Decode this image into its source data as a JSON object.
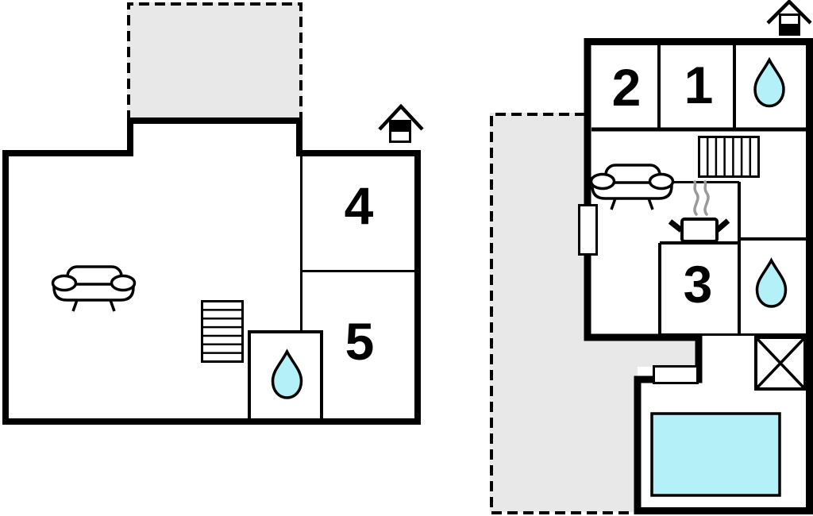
{
  "colors": {
    "wall": "#000000",
    "terrace": "#e8e8e8",
    "water": "#b4f0f7",
    "steam": "#9a9a9a",
    "label": "#000000",
    "background": "#ffffff"
  },
  "floorplan": {
    "left_plan": {
      "rooms": [
        {
          "label": "4"
        },
        {
          "label": "5"
        }
      ],
      "icons": [
        "dashed-terrace",
        "sofa",
        "stairs",
        "water-drop",
        "house-orientation"
      ]
    },
    "right_plan": {
      "rooms": [
        {
          "label": "2"
        },
        {
          "label": "1"
        },
        {
          "label": "3"
        }
      ],
      "icons": [
        "dashed-terrace",
        "sofa",
        "stairs",
        "water-drop",
        "cooking-pot",
        "steam",
        "door",
        "pool",
        "crossed-box",
        "house-orientation"
      ]
    }
  }
}
